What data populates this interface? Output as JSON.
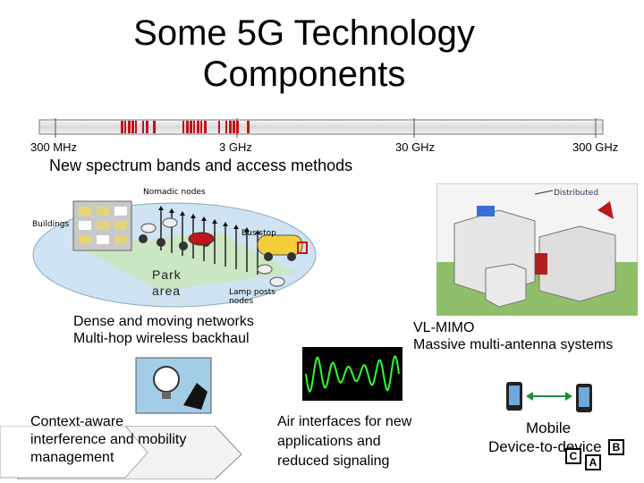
{
  "slide": {
    "title": "Some 5G Technology Components"
  },
  "spectrum": {
    "ticks": [
      "300 MHz",
      "3 GHz",
      "30 GHz",
      "300 GHz"
    ],
    "caption": "New spectrum bands and access methods"
  },
  "dense_network": {
    "labels": {
      "nomadic": "Nomadic nodes",
      "buildings": "Buildings",
      "bus_stop": "Bus stop",
      "park": "Park area",
      "lamp_posts": "Lamp posts nodes"
    },
    "caption_line1": "Dense and moving networks",
    "caption_line2": "Multi-hop wireless backhaul"
  },
  "mimo": {
    "caption_line1": "VL-MIMO",
    "caption_line2": "Massive multi-antenna systems",
    "label_distributed": "Distributed"
  },
  "interference": {
    "line1": "Context-aware",
    "line2": "interference and mobility",
    "line3": "management"
  },
  "air_interface": {
    "line1": "Air interfaces for new",
    "line2": "applications and",
    "line3": "reduced signaling"
  },
  "d2d": {
    "line1": "Mobile",
    "line2": "Device-to-device",
    "box_a": "A",
    "box_b": "B",
    "box_c": "C"
  },
  "colors": {
    "spectrum_red": "#c0141c",
    "bus_yellow": "#f2cf3a",
    "ground_blue": "#cfe3f2",
    "wave_green": "#2bff2b",
    "arrow_green": "#1c8c3c"
  }
}
